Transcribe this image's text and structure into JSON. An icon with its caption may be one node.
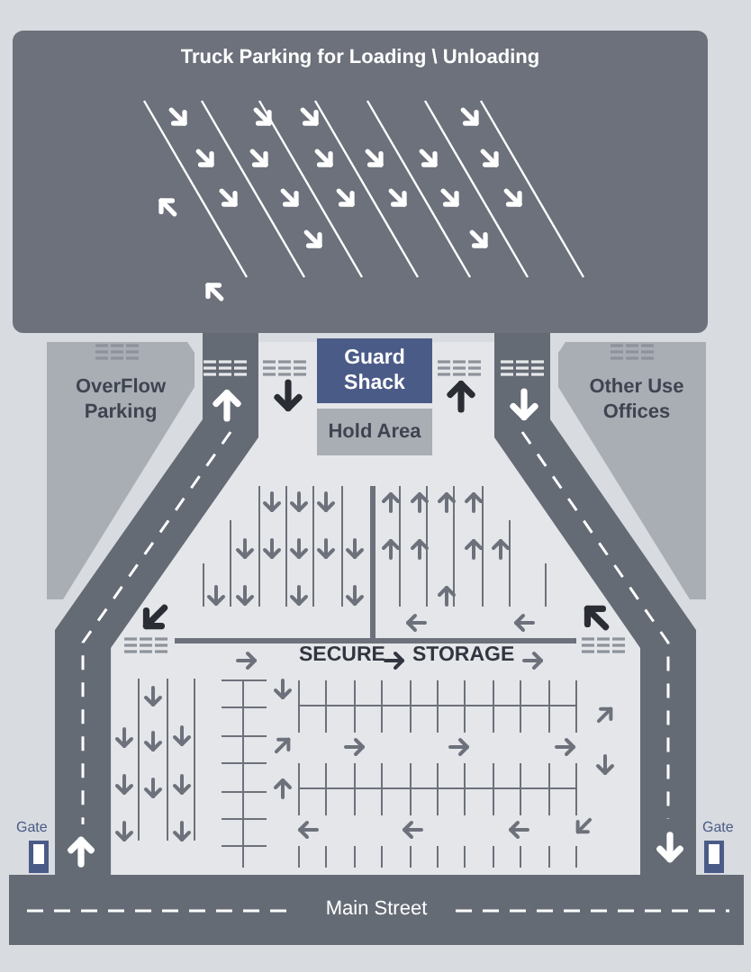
{
  "diagram": {
    "nodes": [
      {
        "text": [
          "Truck Parking for Loading \\ Unloading"
        ]
      },
      {
        "text": [
          "OverFlow Parking"
        ]
      },
      {
        "text": [
          "Guard Shack"
        ]
      },
      {
        "text": [
          "Hold Area"
        ]
      },
      {
        "text": [
          "Other Use Offices"
        ]
      },
      {
        "text": [
          "Main Street"
        ]
      }
    ],
    "labels": [
      "SECURE",
      "STORAGE",
      "Gate",
      "Gate"
    ]
  }
}
